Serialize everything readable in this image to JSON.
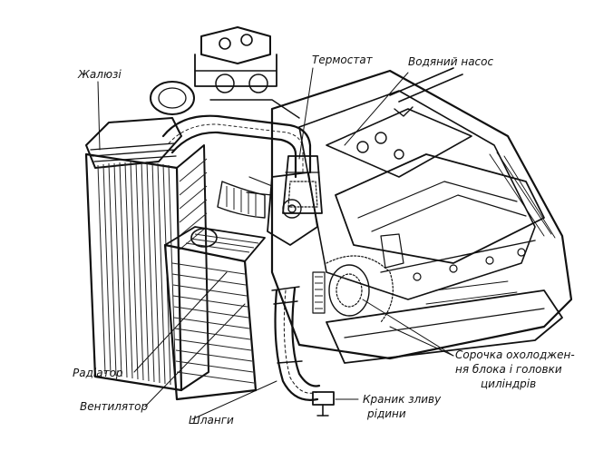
{
  "labels": {
    "louvers": "Жалюзі",
    "thermostat": "Термостат",
    "water_pump": "Водяний насос",
    "radiator": "Радіатор",
    "fan": "Вентилятор",
    "hoses": "Шланги",
    "drain_tap_line1": "Краник зливу",
    "drain_tap_line2": "рідини",
    "jacket_line1": "Сорочка охолоджен-",
    "jacket_line2": "ня блока і головки",
    "jacket_line3": "циліндрів"
  }
}
